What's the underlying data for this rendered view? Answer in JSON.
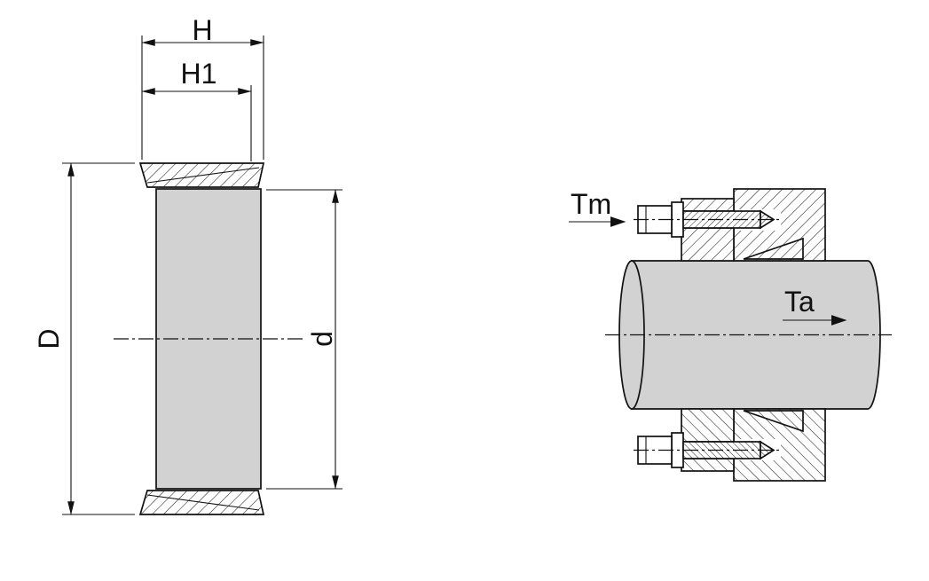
{
  "drawing": {
    "background_color": "#ffffff",
    "line_color": "#111111",
    "metal_fill_color": "#d2d2d2",
    "section_view": {
      "dim_total_width": "H",
      "dim_inner_width": "H1",
      "dim_outer_diameter": "D",
      "dim_bore_diameter": "d"
    },
    "assembly_view": {
      "screw_torque_label": "Tm",
      "axial_torque_label": "Ta"
    }
  }
}
